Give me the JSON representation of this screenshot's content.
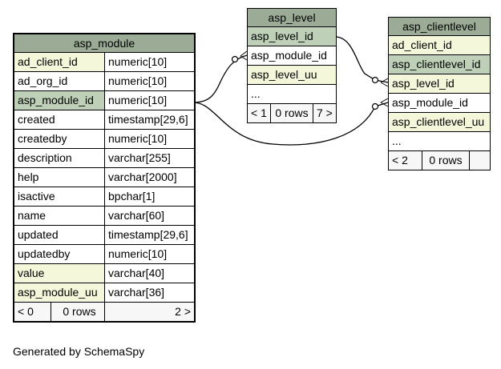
{
  "diagram": {
    "tables": {
      "asp_module": {
        "title": "asp_module",
        "columns": [
          {
            "name": "ad_client_id",
            "type": "numeric[10]"
          },
          {
            "name": "ad_org_id",
            "type": "numeric[10]"
          },
          {
            "name": "asp_module_id",
            "type": "numeric[10]"
          },
          {
            "name": "created",
            "type": "timestamp[29,6]"
          },
          {
            "name": "createdby",
            "type": "numeric[10]"
          },
          {
            "name": "description",
            "type": "varchar[255]"
          },
          {
            "name": "help",
            "type": "varchar[2000]"
          },
          {
            "name": "isactive",
            "type": "bpchar[1]"
          },
          {
            "name": "name",
            "type": "varchar[60]"
          },
          {
            "name": "updated",
            "type": "timestamp[29,6]"
          },
          {
            "name": "updatedby",
            "type": "numeric[10]"
          },
          {
            "name": "value",
            "type": "varchar[40]"
          },
          {
            "name": "asp_module_uu",
            "type": "varchar[36]"
          }
        ],
        "footer": {
          "parents": "< 0",
          "rows": "0 rows",
          "children": "2 >"
        }
      },
      "asp_level": {
        "title": "asp_level",
        "columns": [
          "asp_level_id",
          "asp_module_id",
          "asp_level_uu",
          "..."
        ],
        "footer": {
          "parents": "< 1",
          "rows": "0 rows",
          "children": "7 >"
        }
      },
      "asp_clientlevel": {
        "title": "asp_clientlevel",
        "columns": [
          "ad_client_id",
          "asp_clientlevel_id",
          "asp_level_id",
          "asp_module_id",
          "asp_clientlevel_uu",
          "..."
        ],
        "footer": {
          "parents": "< 2",
          "rows": "0 rows",
          "children": ""
        }
      }
    },
    "colors": {
      "title_bg": "#9bab96",
      "primary_key_bg": "#bed1b8",
      "indexed_bg": "#f4f7da",
      "footer_bg": "#f7f7f7"
    },
    "generated_by": "Generated by SchemaSpy"
  }
}
